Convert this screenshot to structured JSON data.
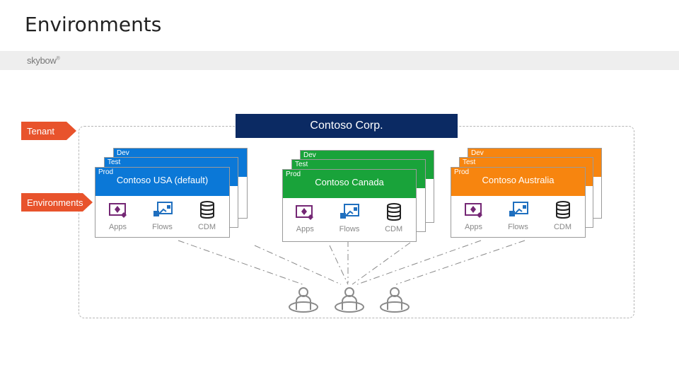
{
  "title": "Environments",
  "logo": {
    "text": "skybow",
    "mark": "®"
  },
  "tenant_label": "Tenant",
  "environments_label": "Environments",
  "corp_name": "Contoso Corp.",
  "environments": [
    {
      "name": "Contoso USA (default)",
      "stages": [
        "Dev",
        "Test",
        "Prod"
      ],
      "color": "#0b78d7"
    },
    {
      "name": "Contoso Canada",
      "stages": [
        "Dev",
        "Test",
        "Prod"
      ],
      "color": "#19a33a"
    },
    {
      "name": "Contoso Australia",
      "stages": [
        "Dev",
        "Test",
        "Prod"
      ],
      "color": "#f7850f"
    }
  ],
  "resources": [
    {
      "label": "Apps",
      "icon": "apps-icon"
    },
    {
      "label": "Flows",
      "icon": "flows-icon"
    },
    {
      "label": "CDM",
      "icon": "cdm-icon"
    }
  ],
  "colors": {
    "accent_callout": "#e8532c",
    "corp": "#0b2a63"
  }
}
